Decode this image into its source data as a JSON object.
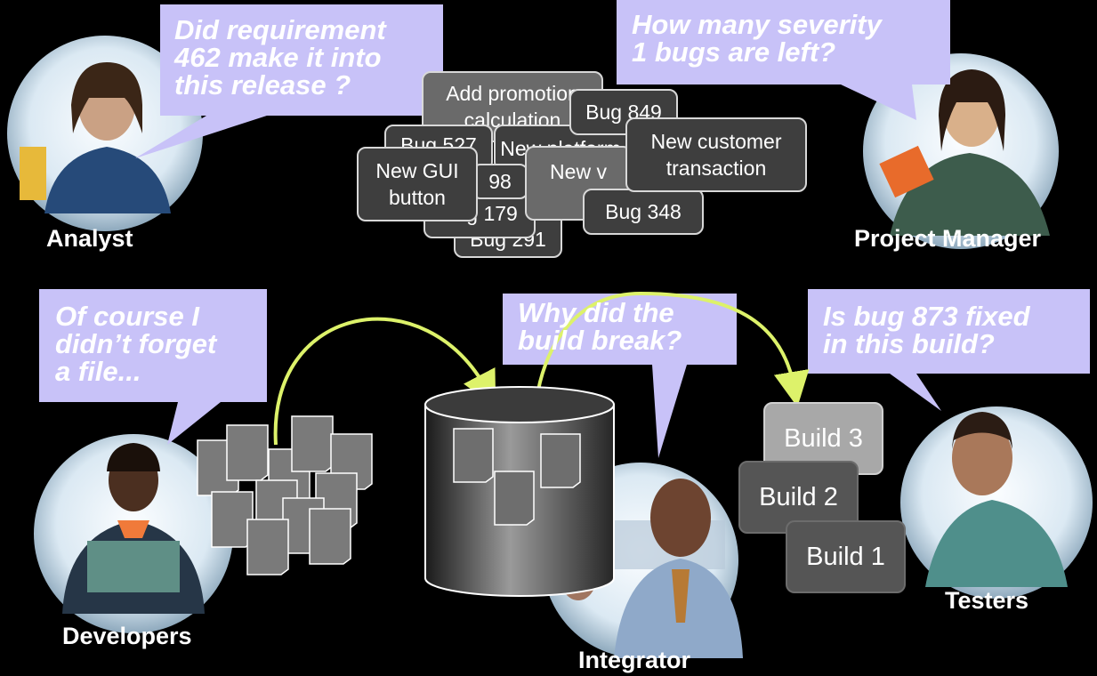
{
  "bubbles": {
    "analyst": "Did requirement\n462 make it into\nthis release ?",
    "project_manager": "How many severity\n1 bugs are left?",
    "developers": "Of course I\ndidn’t forget\na file...",
    "integrator": "Why did the\nbuild break?",
    "testers": "Is bug 873 fixed\nin this build?"
  },
  "roles": {
    "analyst": "Analyst",
    "project_manager": "Project  Manager",
    "developers": "Developers",
    "integrator": "Integrator",
    "testers": "Testers"
  },
  "work_items": [
    "Add promotion calculation",
    "Bug 849",
    "Bug 527",
    "New platform",
    "New customer transaction",
    "98",
    "New v",
    "New GUI button",
    "Bug 179",
    "Bug 291",
    "Bug 348"
  ],
  "builds": [
    "Build 3",
    "Build 2",
    "Build 1"
  ],
  "colors": {
    "bubble": "#c8c2f8",
    "arrow": "#ddf26a",
    "background": "#000000"
  }
}
